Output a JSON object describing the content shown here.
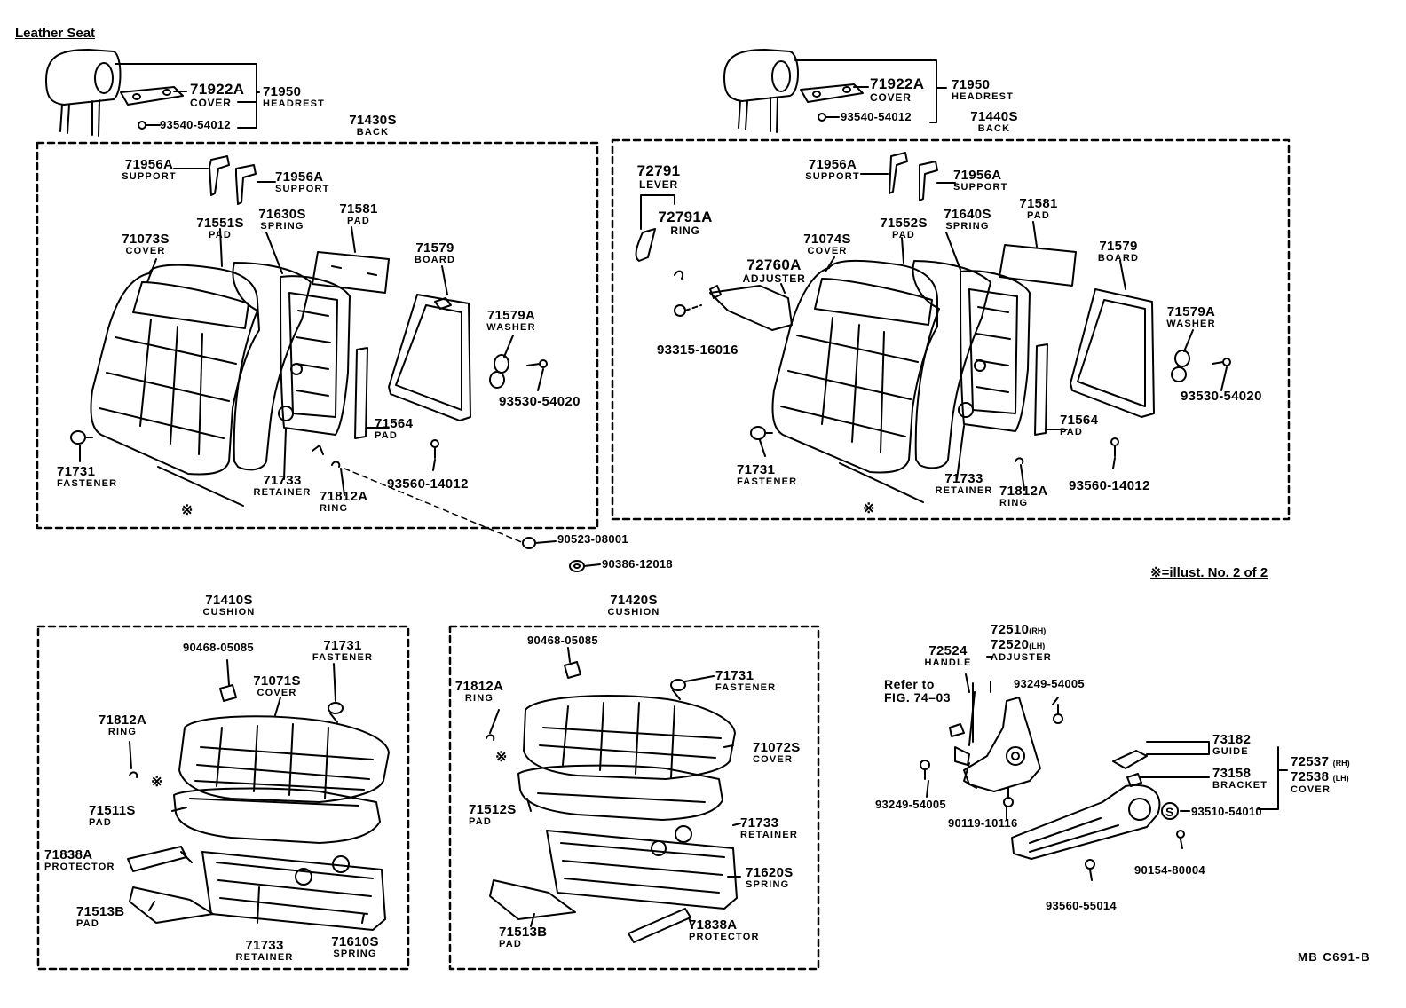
{
  "title": "Leather Seat",
  "note": "※=illust. No. 2 of 2",
  "code": "MB  C691-B",
  "asterisk": "※",
  "s_marker": "S",
  "labels": [
    {
      "id": "l-71922a",
      "pn": "71922A",
      "nm": "COVER",
      "heavy": true
    },
    {
      "id": "l-71950",
      "pn": "71950",
      "nm": "HEADREST"
    },
    {
      "id": "l-93540",
      "pn": "93540-54012"
    },
    {
      "id": "l-71430s",
      "pn": "71430S",
      "nm": "BACK"
    },
    {
      "id": "l-71956a-1",
      "pn": "71956A",
      "nm": "SUPPORT"
    },
    {
      "id": "l-71956a-2",
      "pn": "71956A",
      "nm": "SUPPORT"
    },
    {
      "id": "l-71551s",
      "pn": "71551S",
      "nm": "PAD"
    },
    {
      "id": "l-71630s",
      "pn": "71630S",
      "nm": "SPRING"
    },
    {
      "id": "l-71581",
      "pn": "71581",
      "nm": "PAD"
    },
    {
      "id": "l-71073s",
      "pn": "71073S",
      "nm": "COVER"
    },
    {
      "id": "l-71579",
      "pn": "71579",
      "nm": "BOARD"
    },
    {
      "id": "l-71579a",
      "pn": "71579A",
      "nm": "WASHER"
    },
    {
      "id": "l-93530",
      "pn": "93530-54020"
    },
    {
      "id": "l-71564",
      "pn": "71564",
      "nm": "PAD"
    },
    {
      "id": "l-71731",
      "pn": "71731",
      "nm": "FASTENER"
    },
    {
      "id": "l-71733",
      "pn": "71733",
      "nm": "RETAINER"
    },
    {
      "id": "l-71812a",
      "pn": "71812A",
      "nm": "RING"
    },
    {
      "id": "l-93560",
      "pn": "93560-14012"
    },
    {
      "id": "l-90523",
      "pn": "90523-08001"
    },
    {
      "id": "l-90386",
      "pn": "90386-12018"
    },
    {
      "id": "r-71922a",
      "pn": "71922A",
      "nm": "COVER",
      "heavy": true
    },
    {
      "id": "r-71950",
      "pn": "71950",
      "nm": "HEADREST"
    },
    {
      "id": "r-93540",
      "pn": "93540-54012"
    },
    {
      "id": "r-71440s",
      "pn": "71440S",
      "nm": "BACK"
    },
    {
      "id": "r-72791",
      "pn": "72791",
      "nm": "LEVER"
    },
    {
      "id": "r-72791a",
      "pn": "72791A",
      "nm": "RING"
    },
    {
      "id": "r-71956a-1",
      "pn": "71956A",
      "nm": "SUPPORT"
    },
    {
      "id": "r-71956a-2",
      "pn": "71956A",
      "nm": "SUPPORT"
    },
    {
      "id": "r-71074s",
      "pn": "71074S",
      "nm": "COVER"
    },
    {
      "id": "r-71552s",
      "pn": "71552S",
      "nm": "PAD"
    },
    {
      "id": "r-71640s",
      "pn": "71640S",
      "nm": "SPRING"
    },
    {
      "id": "r-71581",
      "pn": "71581",
      "nm": "PAD"
    },
    {
      "id": "r-72760a",
      "pn": "72760A",
      "nm": "ADJUSTER"
    },
    {
      "id": "r-71579",
      "pn": "71579",
      "nm": "BOARD"
    },
    {
      "id": "r-71579a",
      "pn": "71579A",
      "nm": "WASHER"
    },
    {
      "id": "r-93315",
      "pn": "93315-16016"
    },
    {
      "id": "r-93530",
      "pn": "93530-54020"
    },
    {
      "id": "r-71564",
      "pn": "71564",
      "nm": "PAD"
    },
    {
      "id": "r-71731",
      "pn": "71731",
      "nm": "FASTENER"
    },
    {
      "id": "r-71733",
      "pn": "71733",
      "nm": "RETAINER"
    },
    {
      "id": "r-71812a",
      "pn": "71812A",
      "nm": "RING"
    },
    {
      "id": "r-93560",
      "pn": "93560-14012"
    },
    {
      "id": "c1-71410s",
      "pn": "71410S",
      "nm": "CUSHION"
    },
    {
      "id": "c1-90468",
      "pn": "90468-05085"
    },
    {
      "id": "c1-71731",
      "pn": "71731",
      "nm": "FASTENER"
    },
    {
      "id": "c1-71071s",
      "pn": "71071S",
      "nm": "COVER"
    },
    {
      "id": "c1-71812a",
      "pn": "71812A",
      "nm": "RING"
    },
    {
      "id": "c1-71511s",
      "pn": "71511S",
      "nm": "PAD"
    },
    {
      "id": "c1-71838a",
      "pn": "71838A",
      "nm": "PROTECTOR"
    },
    {
      "id": "c1-71513b",
      "pn": "71513B",
      "nm": "PAD"
    },
    {
      "id": "c1-71733",
      "pn": "71733",
      "nm": "RETAINER"
    },
    {
      "id": "c1-71610s",
      "pn": "71610S",
      "nm": "SPRING"
    },
    {
      "id": "c2-71420s",
      "pn": "71420S",
      "nm": "CUSHION"
    },
    {
      "id": "c2-90468",
      "pn": "90468-05085"
    },
    {
      "id": "c2-71731",
      "pn": "71731",
      "nm": "FASTENER"
    },
    {
      "id": "c2-71812a",
      "pn": "71812A",
      "nm": "RING"
    },
    {
      "id": "c2-71072s",
      "pn": "71072S",
      "nm": "COVER"
    },
    {
      "id": "c2-71512s",
      "pn": "71512S",
      "nm": "PAD"
    },
    {
      "id": "c2-71733",
      "pn": "71733",
      "nm": "RETAINER"
    },
    {
      "id": "c2-71620s",
      "pn": "71620S",
      "nm": "SPRING"
    },
    {
      "id": "c2-71513b",
      "pn": "71513B",
      "nm": "PAD"
    },
    {
      "id": "c2-71838a",
      "pn": "71838A",
      "nm": "PROTECTOR"
    },
    {
      "id": "a-72510",
      "pn": "72510",
      "sub": "(RH)"
    },
    {
      "id": "a-72520",
      "pn": "72520",
      "sub": "(LH)",
      "nm": "ADJUSTER"
    },
    {
      "id": "a-72524",
      "pn": "72524",
      "nm": "HANDLE"
    },
    {
      "id": "a-93249-1",
      "pn": "93249-54005"
    },
    {
      "id": "a-93249-2",
      "pn": "93249-54005"
    },
    {
      "id": "a-90119",
      "pn": "90119-10116"
    },
    {
      "id": "a-73182",
      "pn": "73182",
      "nm": "GUIDE"
    },
    {
      "id": "a-73158",
      "pn": "73158",
      "nm": "BRACKET"
    },
    {
      "id": "a-72537",
      "pn": "72537",
      "sub": "(RH)"
    },
    {
      "id": "a-72538",
      "pn": "72538",
      "sub": "(LH)",
      "nm": "COVER"
    },
    {
      "id": "a-93510",
      "pn": "93510-54010"
    },
    {
      "id": "a-90154",
      "pn": "90154-80004"
    },
    {
      "id": "a-93560",
      "pn": "93560-55014"
    }
  ],
  "refer": {
    "line1": "Refer to",
    "line2": "FIG. 74–03"
  }
}
